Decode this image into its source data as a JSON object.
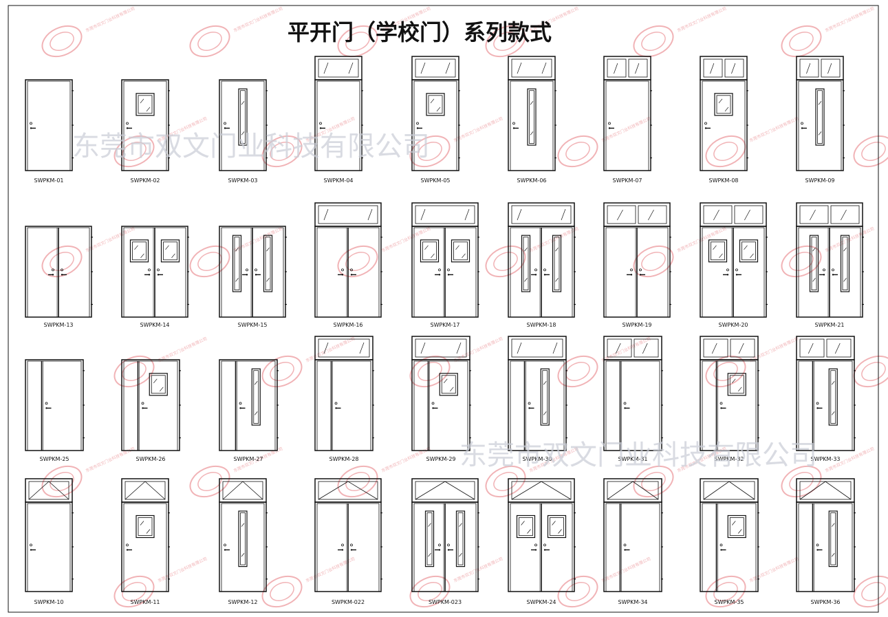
{
  "title": "平开门（学校门）系列款式",
  "watermark": {
    "text": "东莞市双文门业科技有限公司",
    "stamp_text": "东莞市双文门业科技有限公司",
    "color": "#c9cdd6",
    "stamp_color": "#f1b3b6"
  },
  "colors": {
    "line": "#111111",
    "background": "#ffffff"
  },
  "rows": [
    [
      {
        "label": "SWPKM-01",
        "leaves": 1,
        "transom": "none",
        "glass": "none"
      },
      {
        "label": "SWPKM-02",
        "leaves": 1,
        "transom": "none",
        "glass": "square"
      },
      {
        "label": "SWPKM-03",
        "leaves": 1,
        "transom": "none",
        "glass": "strip"
      },
      {
        "label": "SWPKM-04",
        "leaves": 1,
        "transom": "single",
        "glass": "none"
      },
      {
        "label": "SWPKM-05",
        "leaves": 1,
        "transom": "single",
        "glass": "square"
      },
      {
        "label": "SWPKM-06",
        "leaves": 1,
        "transom": "single",
        "glass": "strip"
      },
      {
        "label": "SWPKM-07",
        "leaves": 1,
        "transom": "split",
        "glass": "none"
      },
      {
        "label": "SWPKM-08",
        "leaves": 1,
        "transom": "split",
        "glass": "square"
      },
      {
        "label": "SWPKM-09",
        "leaves": 1,
        "transom": "split",
        "glass": "strip"
      }
    ],
    [
      {
        "label": "SWPKM-13",
        "leaves": 2,
        "transom": "none",
        "glass": "none"
      },
      {
        "label": "SWPKM-14",
        "leaves": 2,
        "transom": "none",
        "glass": "square"
      },
      {
        "label": "SWPKM-15",
        "leaves": 2,
        "transom": "none",
        "glass": "strip"
      },
      {
        "label": "SWPKM-16",
        "leaves": 2,
        "transom": "single",
        "glass": "none"
      },
      {
        "label": "SWPKM-17",
        "leaves": 2,
        "transom": "single",
        "glass": "square"
      },
      {
        "label": "SWPKM-18",
        "leaves": 2,
        "transom": "single",
        "glass": "strip"
      },
      {
        "label": "SWPKM-19",
        "leaves": 2,
        "transom": "split",
        "glass": "none"
      },
      {
        "label": "SWPKM-20",
        "leaves": 2,
        "transom": "split",
        "glass": "square"
      },
      {
        "label": "SWPKM-21",
        "leaves": 2,
        "transom": "split",
        "glass": "strip"
      }
    ],
    [
      {
        "label": "SWPKM-25",
        "leaves": "mother",
        "transom": "none",
        "glass": "none"
      },
      {
        "label": "SWPKM-26",
        "leaves": "mother",
        "transom": "none",
        "glass": "square"
      },
      {
        "label": "SWPKM-27",
        "leaves": "mother",
        "transom": "none",
        "glass": "strip"
      },
      {
        "label": "SWPKM-28",
        "leaves": "mother",
        "transom": "single",
        "glass": "none"
      },
      {
        "label": "SWPKM-29",
        "leaves": "mother",
        "transom": "single",
        "glass": "square"
      },
      {
        "label": "SWPKM-30",
        "leaves": "mother",
        "transom": "single",
        "glass": "strip"
      },
      {
        "label": "SWPKM-31",
        "leaves": "mother",
        "transom": "split",
        "glass": "none"
      },
      {
        "label": "SWPKM-32",
        "leaves": "mother",
        "transom": "split",
        "glass": "square"
      },
      {
        "label": "SWPKM-33",
        "leaves": "mother",
        "transom": "split",
        "glass": "strip"
      }
    ],
    [
      {
        "label": "SWPKM-10",
        "leaves": 1,
        "transom": "vent",
        "glass": "none"
      },
      {
        "label": "SWPKM-11",
        "leaves": 1,
        "transom": "vent",
        "glass": "square"
      },
      {
        "label": "SWPKM-12",
        "leaves": 1,
        "transom": "vent",
        "glass": "strip"
      },
      {
        "label": "SWPKM-022",
        "leaves": 2,
        "transom": "vent",
        "glass": "none"
      },
      {
        "label": "SWPKM-023",
        "leaves": 2,
        "transom": "vent",
        "glass": "strip"
      },
      {
        "label": "SWPKM-24",
        "leaves": 2,
        "transom": "vent",
        "glass": "square"
      },
      {
        "label": "SWPKM-34",
        "leaves": "mother",
        "transom": "vent",
        "glass": "none"
      },
      {
        "label": "SWPKM-35",
        "leaves": "mother",
        "transom": "vent",
        "glass": "square"
      },
      {
        "label": "SWPKM-36",
        "leaves": "mother",
        "transom": "vent",
        "glass": "strip"
      }
    ]
  ]
}
